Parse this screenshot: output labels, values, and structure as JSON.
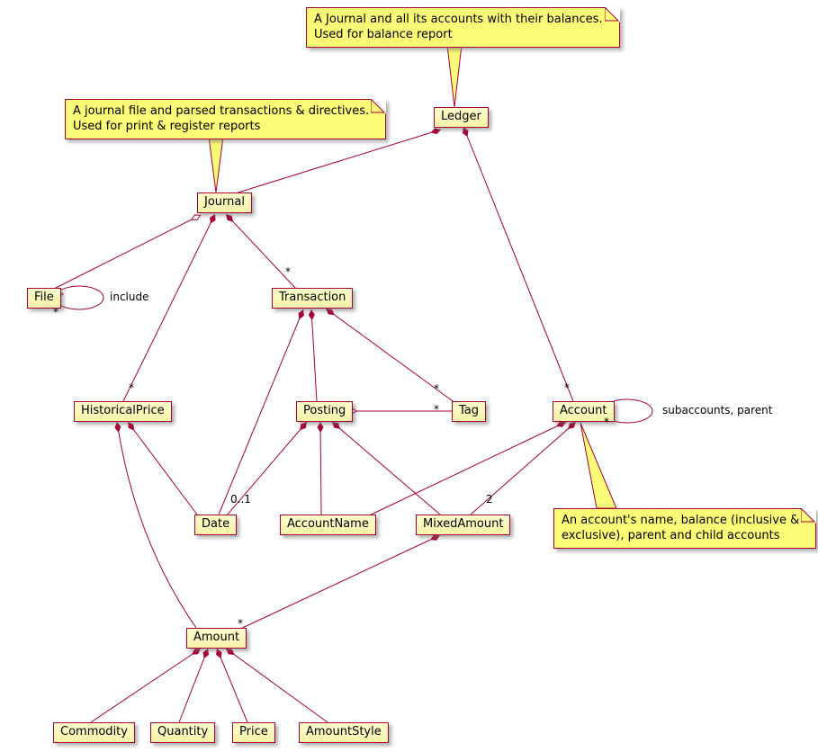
{
  "diagram": {
    "type": "uml-class-diagram",
    "classes": [
      {
        "id": "ledger",
        "label": "Ledger"
      },
      {
        "id": "journal",
        "label": "Journal"
      },
      {
        "id": "file",
        "label": "File"
      },
      {
        "id": "transaction",
        "label": "Transaction"
      },
      {
        "id": "historicalprice",
        "label": "HistoricalPrice"
      },
      {
        "id": "posting",
        "label": "Posting"
      },
      {
        "id": "tag",
        "label": "Tag"
      },
      {
        "id": "account",
        "label": "Account"
      },
      {
        "id": "date",
        "label": "Date"
      },
      {
        "id": "accountname",
        "label": "AccountName"
      },
      {
        "id": "mixedamount",
        "label": "MixedAmount"
      },
      {
        "id": "amount",
        "label": "Amount"
      },
      {
        "id": "commodity",
        "label": "Commodity"
      },
      {
        "id": "quantity",
        "label": "Quantity"
      },
      {
        "id": "price",
        "label": "Price"
      },
      {
        "id": "amountstyle",
        "label": "AmountStyle"
      }
    ],
    "notes": [
      {
        "id": "note-ledger",
        "target": "Ledger",
        "lines": [
          "A Journal and all its accounts with their balances.",
          "Used for balance report"
        ]
      },
      {
        "id": "note-journal",
        "target": "Journal",
        "lines": [
          "A journal file and parsed transactions & directives.",
          "Used for print & register reports"
        ]
      },
      {
        "id": "note-account",
        "target": "Account",
        "lines": [
          "An account's name, balance (inclusive &",
          "exclusive), parent and child accounts"
        ]
      }
    ],
    "edge_labels": [
      {
        "id": "file-include-label",
        "text": "include"
      },
      {
        "id": "file-star",
        "text": "*"
      },
      {
        "id": "transaction-star",
        "text": "*"
      },
      {
        "id": "historicalprice-star",
        "text": "*"
      },
      {
        "id": "account-star",
        "text": "*"
      },
      {
        "id": "tag-star-transaction",
        "text": "*"
      },
      {
        "id": "tag-star-posting",
        "text": "*"
      },
      {
        "id": "posting-date-mult",
        "text": "0..1"
      },
      {
        "id": "account-mixedamount-mult",
        "text": "2"
      },
      {
        "id": "amount-star",
        "text": "*"
      },
      {
        "id": "account-self-star",
        "text": "*"
      },
      {
        "id": "account-self-label",
        "text": "subaccounts, parent"
      }
    ],
    "relationships": [
      {
        "from": "Ledger",
        "to": "Journal",
        "type": "composition"
      },
      {
        "from": "Ledger",
        "to": "Account",
        "type": "composition",
        "multiplicity": "*"
      },
      {
        "from": "Journal",
        "to": "File",
        "type": "aggregation",
        "multiplicity": "*"
      },
      {
        "from": "File",
        "to": "File",
        "type": "aggregation",
        "multiplicity": "*",
        "label": "include"
      },
      {
        "from": "Journal",
        "to": "Transaction",
        "type": "composition",
        "multiplicity": "*"
      },
      {
        "from": "Journal",
        "to": "HistoricalPrice",
        "type": "composition",
        "multiplicity": "*"
      },
      {
        "from": "Transaction",
        "to": "Posting",
        "type": "composition"
      },
      {
        "from": "Transaction",
        "to": "Tag",
        "type": "composition",
        "multiplicity": "*"
      },
      {
        "from": "Transaction",
        "to": "Date",
        "type": "composition"
      },
      {
        "from": "Posting",
        "to": "Tag",
        "type": "aggregation",
        "multiplicity": "*"
      },
      {
        "from": "Posting",
        "to": "Date",
        "type": "composition",
        "multiplicity": "0..1"
      },
      {
        "from": "Posting",
        "to": "AccountName",
        "type": "composition"
      },
      {
        "from": "Posting",
        "to": "MixedAmount",
        "type": "composition"
      },
      {
        "from": "Account",
        "to": "Account",
        "type": "aggregation",
        "multiplicity": "*",
        "label": "subaccounts, parent"
      },
      {
        "from": "Account",
        "to": "AccountName",
        "type": "composition"
      },
      {
        "from": "Account",
        "to": "MixedAmount",
        "type": "composition",
        "multiplicity": "2"
      },
      {
        "from": "MixedAmount",
        "to": "Amount",
        "type": "composition",
        "multiplicity": "*"
      },
      {
        "from": "HistoricalPrice",
        "to": "Date",
        "type": "composition"
      },
      {
        "from": "HistoricalPrice",
        "to": "Amount",
        "type": "composition"
      },
      {
        "from": "Amount",
        "to": "Commodity",
        "type": "composition"
      },
      {
        "from": "Amount",
        "to": "Quantity",
        "type": "composition"
      },
      {
        "from": "Amount",
        "to": "Price",
        "type": "composition"
      },
      {
        "from": "Amount",
        "to": "AmountStyle",
        "type": "composition"
      }
    ],
    "colors": {
      "line": "#A80036",
      "class_fill": "#FEFECE",
      "note_fill": "#FBFB77",
      "background": "#FFFFFF"
    }
  }
}
